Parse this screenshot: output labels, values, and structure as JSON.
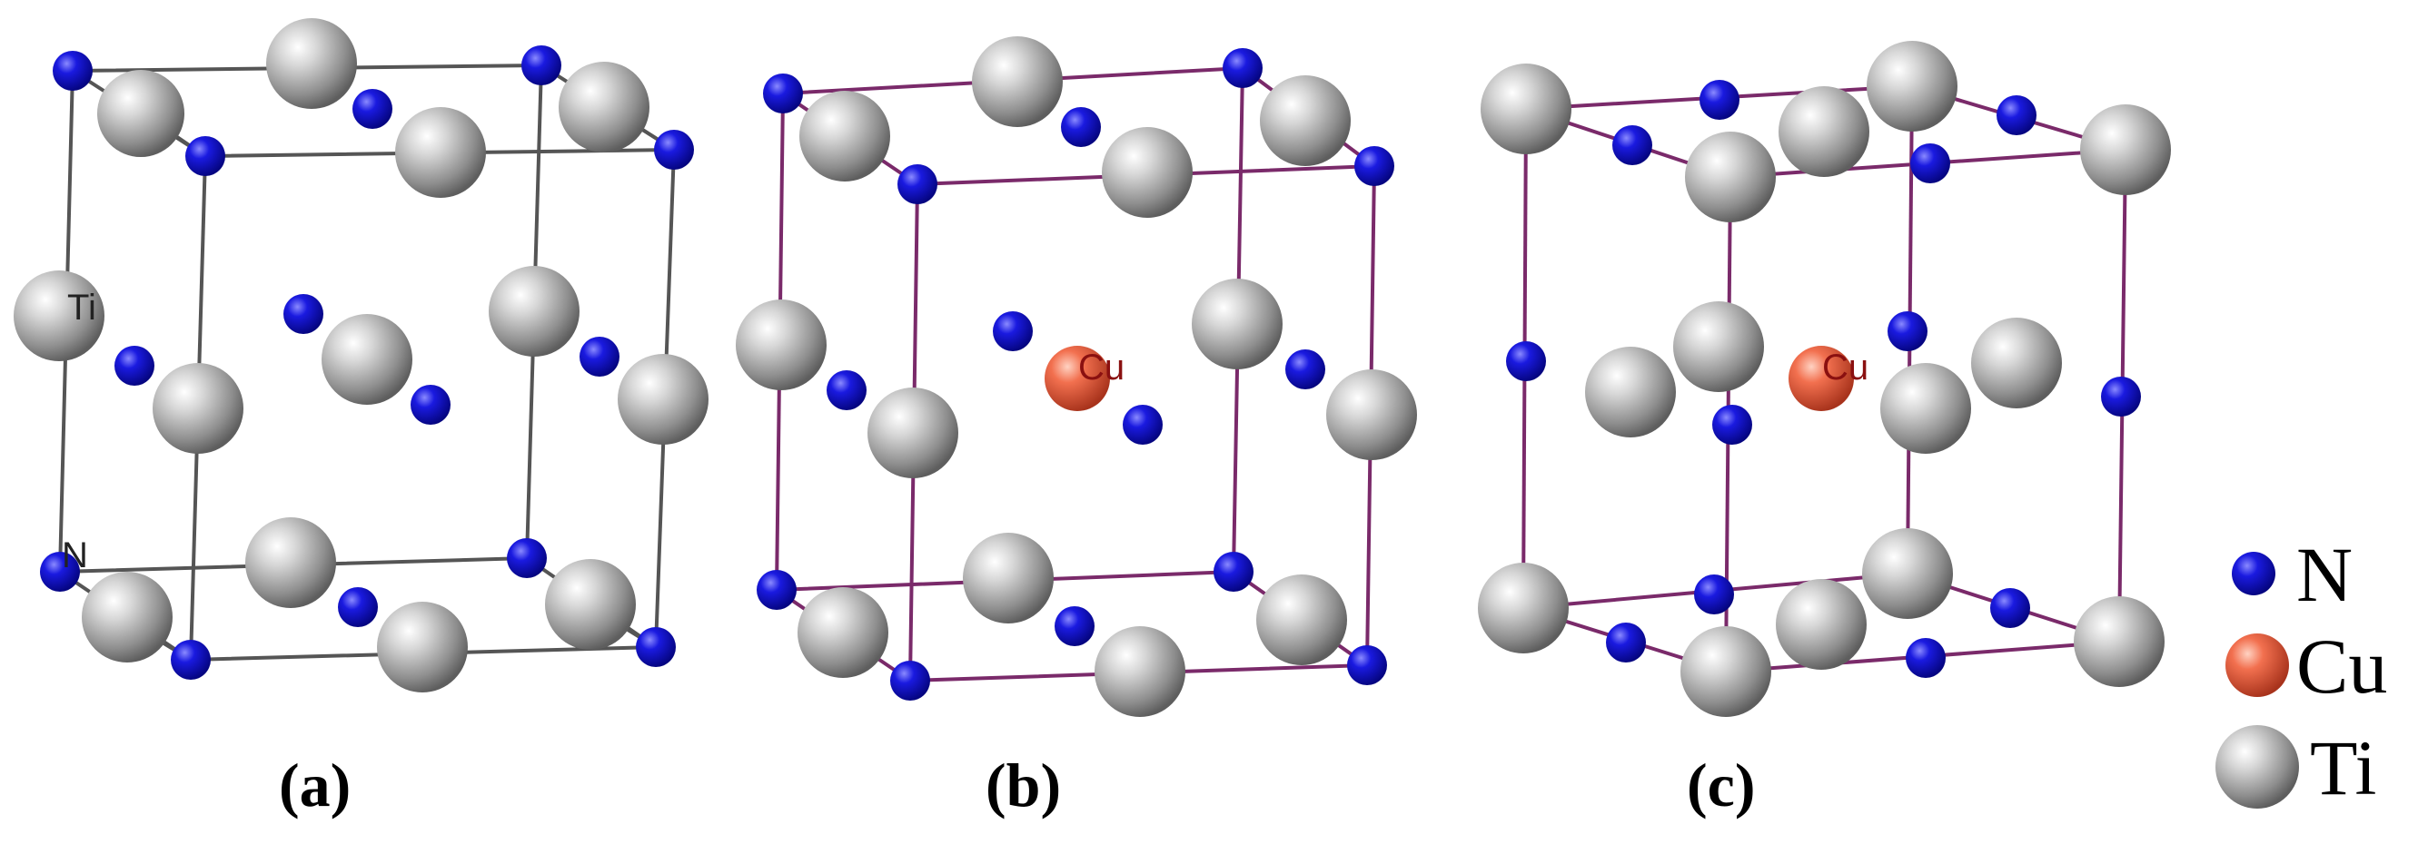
{
  "panels": [
    {
      "label": "(a)",
      "edge_color": "#555555",
      "atom_labels": {
        "ti": "Ti",
        "n": "N"
      },
      "center_atom": "Ti"
    },
    {
      "label": "(b)",
      "edge_color": "#7a2a6a",
      "atom_labels": {
        "cu": "Cu"
      },
      "center_atom": "Cu"
    },
    {
      "label": "(c)",
      "edge_color": "#7a2a6a",
      "atom_labels": {
        "cu": "Cu"
      },
      "center_atom": "Cu"
    }
  ],
  "legend": [
    {
      "element": "N",
      "color": "#1a1acc"
    },
    {
      "element": "Cu",
      "color": "#e8604a"
    },
    {
      "element": "Ti",
      "color": "#b0b0b0"
    }
  ],
  "colors": {
    "nitrogen": "#1a1acc",
    "copper": "#e8604a",
    "titanium": "#b0b0b0",
    "cu_label": "#8a1010"
  }
}
